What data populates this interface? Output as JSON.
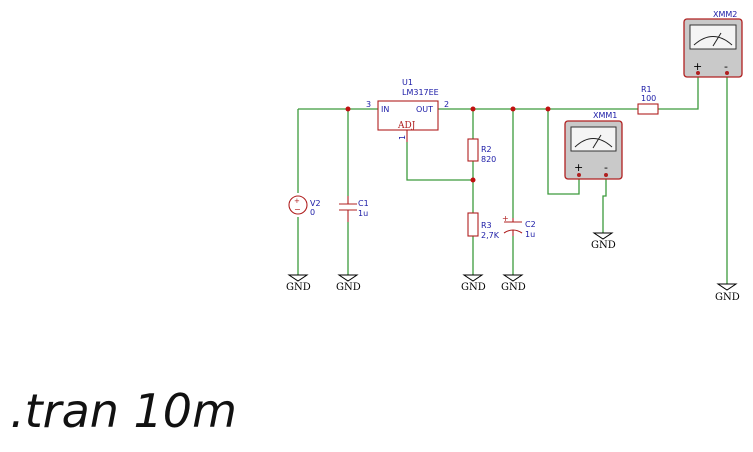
{
  "schematic": {
    "regulator": {
      "ref": "U1",
      "value": "LM317EE",
      "pin_in": "IN",
      "pin_out": "OUT",
      "pin_adj": "ADJ",
      "pin_in_num": "3",
      "pin_out_num": "2",
      "pin_adj_num": "1"
    },
    "source": {
      "ref": "V2",
      "value": "0"
    },
    "c1": {
      "ref": "C1",
      "value": "1u"
    },
    "c2": {
      "ref": "C2",
      "value": "1u"
    },
    "r1": {
      "ref": "R1",
      "value": "100"
    },
    "r2": {
      "ref": "R2",
      "value": "820"
    },
    "r3": {
      "ref": "R3",
      "value": "2,7K"
    },
    "meter1": {
      "ref": "XMM1",
      "plus": "+",
      "minus": "-"
    },
    "meter2": {
      "ref": "XMM2",
      "plus": "+",
      "minus": "-"
    },
    "ground_label": "GND",
    "colors": {
      "wire": "#3c9a3c",
      "part": "#b02020",
      "label": "#1a1aa6",
      "junction": "#c01010"
    }
  },
  "simulation": {
    "command": ".tran 10m"
  }
}
